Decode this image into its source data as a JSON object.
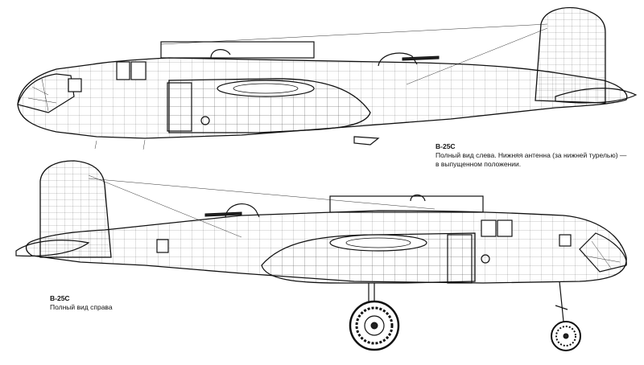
{
  "views": [
    {
      "model": "B-25C",
      "caption_line1": "Полный вид слева. Нижняя антенна (за нижней турелью) —",
      "caption_line2": "в выпущенном положении."
    },
    {
      "model": "B-25C",
      "caption_line1": "Полный вид справа"
    }
  ],
  "colors": {
    "ink": "#111111",
    "background": "#ffffff"
  }
}
